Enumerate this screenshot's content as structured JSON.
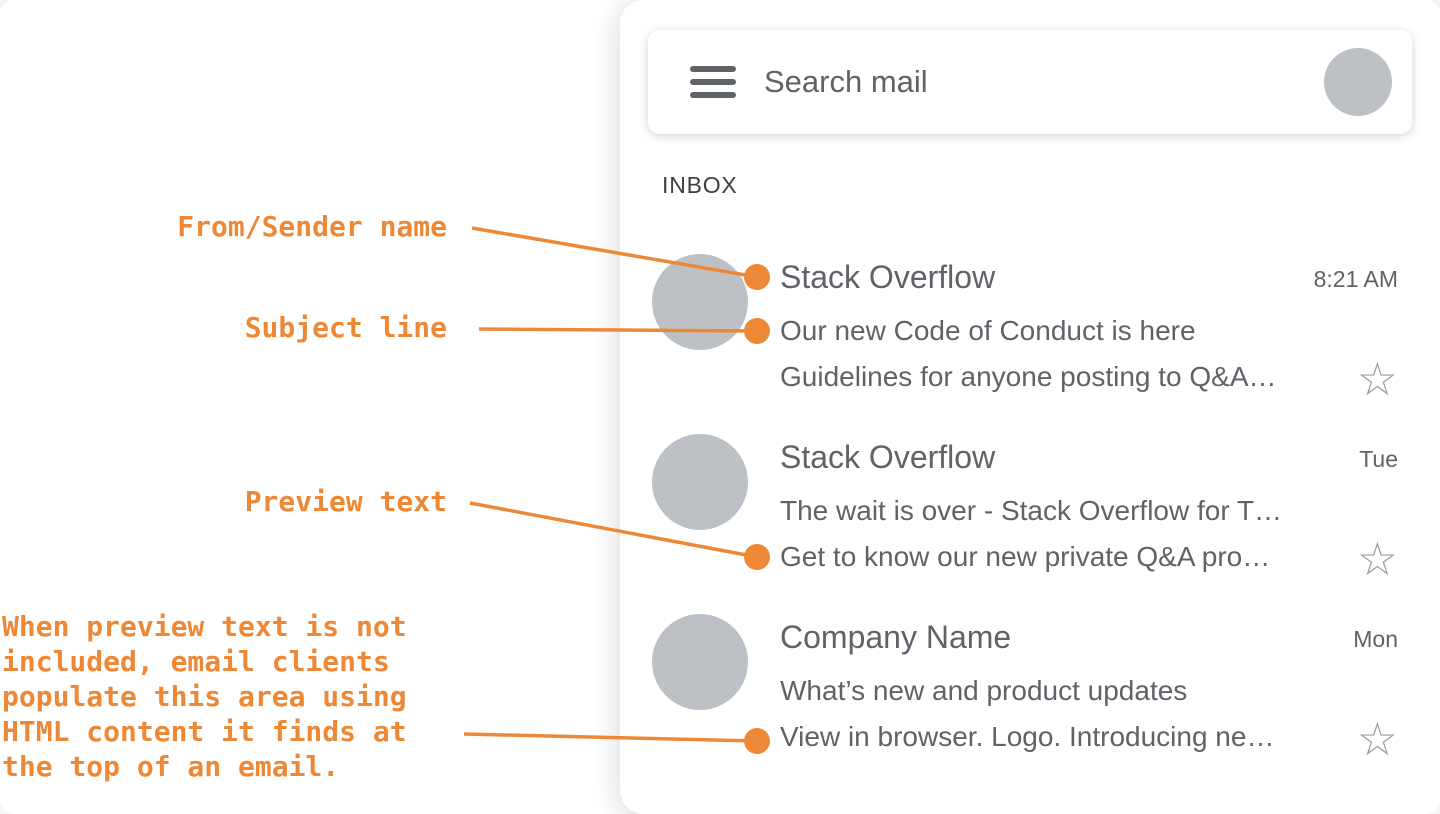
{
  "theme": {
    "accent_orange": "#ED8936",
    "text_gray": "#5F6368",
    "inbox_gray": "#3C4043",
    "avatar_gray": "#BDC1C6",
    "star_gray": "#9AA0A6"
  },
  "annotations": {
    "from_sender_label": "From/Sender name",
    "subject_label": "Subject line",
    "preview_label": "Preview text",
    "fallback_note": "When preview text is not included, email clients populate this area using HTML content it finds at the top of an email."
  },
  "email_client": {
    "search_placeholder": "Search mail",
    "section_label": "INBOX",
    "icons": {
      "star": "☆"
    },
    "emails": [
      {
        "sender": "Stack Overflow",
        "time": "8:21 AM",
        "subject": "Our new Code of Conduct is here",
        "preview": "Guidelines for anyone posting to Q&A…"
      },
      {
        "sender": "Stack Overflow",
        "time": "Tue",
        "subject": "The wait is over - Stack Overflow for T…",
        "preview": "Get to know our new private Q&A pro…"
      },
      {
        "sender": "Company Name",
        "time": "Mon",
        "subject": "What’s new and product updates",
        "preview": "View in browser. Logo. Introducing ne…"
      }
    ]
  }
}
